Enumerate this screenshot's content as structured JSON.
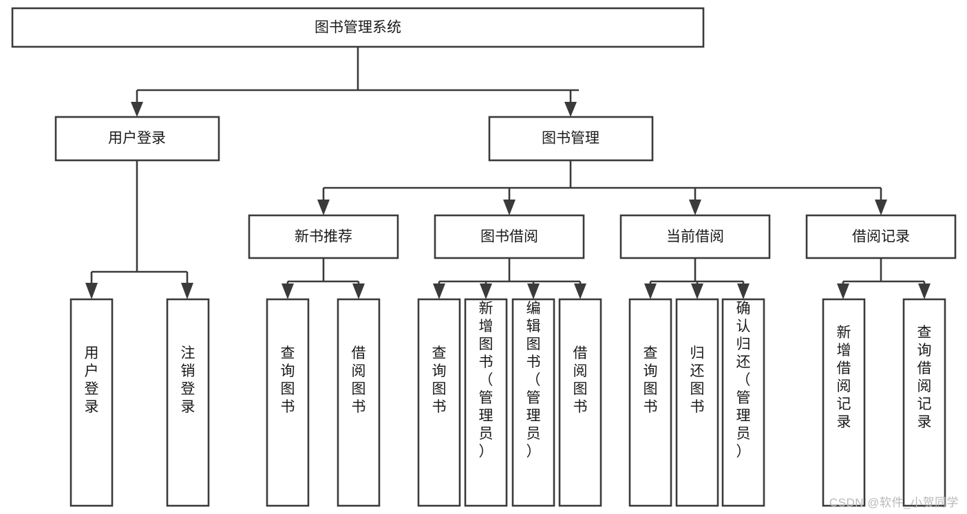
{
  "diagram": {
    "type": "tree-hierarchy-chart",
    "title": "图书管理系统",
    "watermark": "CSDN @软件_小贺同学",
    "colors": {
      "box_stroke": "#3a3a3a",
      "box_fill": "#ffffff",
      "text": "#1a1a1a",
      "background": "#ffffff",
      "watermark": "#b8b8b8"
    },
    "levels": {
      "level1": [
        {
          "id": "root",
          "label": "图书管理系统"
        }
      ],
      "level2": [
        {
          "id": "user-login",
          "label": "用户登录"
        },
        {
          "id": "book-management",
          "label": "图书管理"
        }
      ],
      "level3": [
        {
          "id": "new-book-recommend",
          "label": "新书推荐"
        },
        {
          "id": "book-borrow",
          "label": "图书借阅"
        },
        {
          "id": "current-borrow",
          "label": "当前借阅"
        },
        {
          "id": "borrow-record",
          "label": "借阅记录"
        }
      ],
      "level4": [
        {
          "id": "leaf-user-login",
          "label": "用户登录",
          "parent": "user-login"
        },
        {
          "id": "leaf-user-logout",
          "label": "注销登录",
          "parent": "user-login"
        },
        {
          "id": "leaf-query-book-1",
          "label": "查询图书",
          "parent": "new-book-recommend"
        },
        {
          "id": "leaf-borrow-book-1",
          "label": "借阅图书",
          "parent": "new-book-recommend"
        },
        {
          "id": "leaf-query-book-2",
          "label": "查询图书",
          "parent": "book-borrow"
        },
        {
          "id": "leaf-add-book",
          "label": "新增图书（管理员）",
          "parent": "book-borrow"
        },
        {
          "id": "leaf-edit-book",
          "label": "编辑图书（管理员）",
          "parent": "book-borrow"
        },
        {
          "id": "leaf-borrow-book-2",
          "label": "借阅图书",
          "parent": "book-borrow"
        },
        {
          "id": "leaf-query-book-3",
          "label": "查询图书",
          "parent": "current-borrow"
        },
        {
          "id": "leaf-return-book",
          "label": "归还图书",
          "parent": "current-borrow"
        },
        {
          "id": "leaf-confirm-return",
          "label": "确认归还（管理员）",
          "parent": "current-borrow"
        },
        {
          "id": "leaf-add-record",
          "label": "新增借阅记录",
          "parent": "borrow-record"
        },
        {
          "id": "leaf-query-record",
          "label": "查询借阅记录",
          "parent": "borrow-record"
        }
      ]
    }
  }
}
